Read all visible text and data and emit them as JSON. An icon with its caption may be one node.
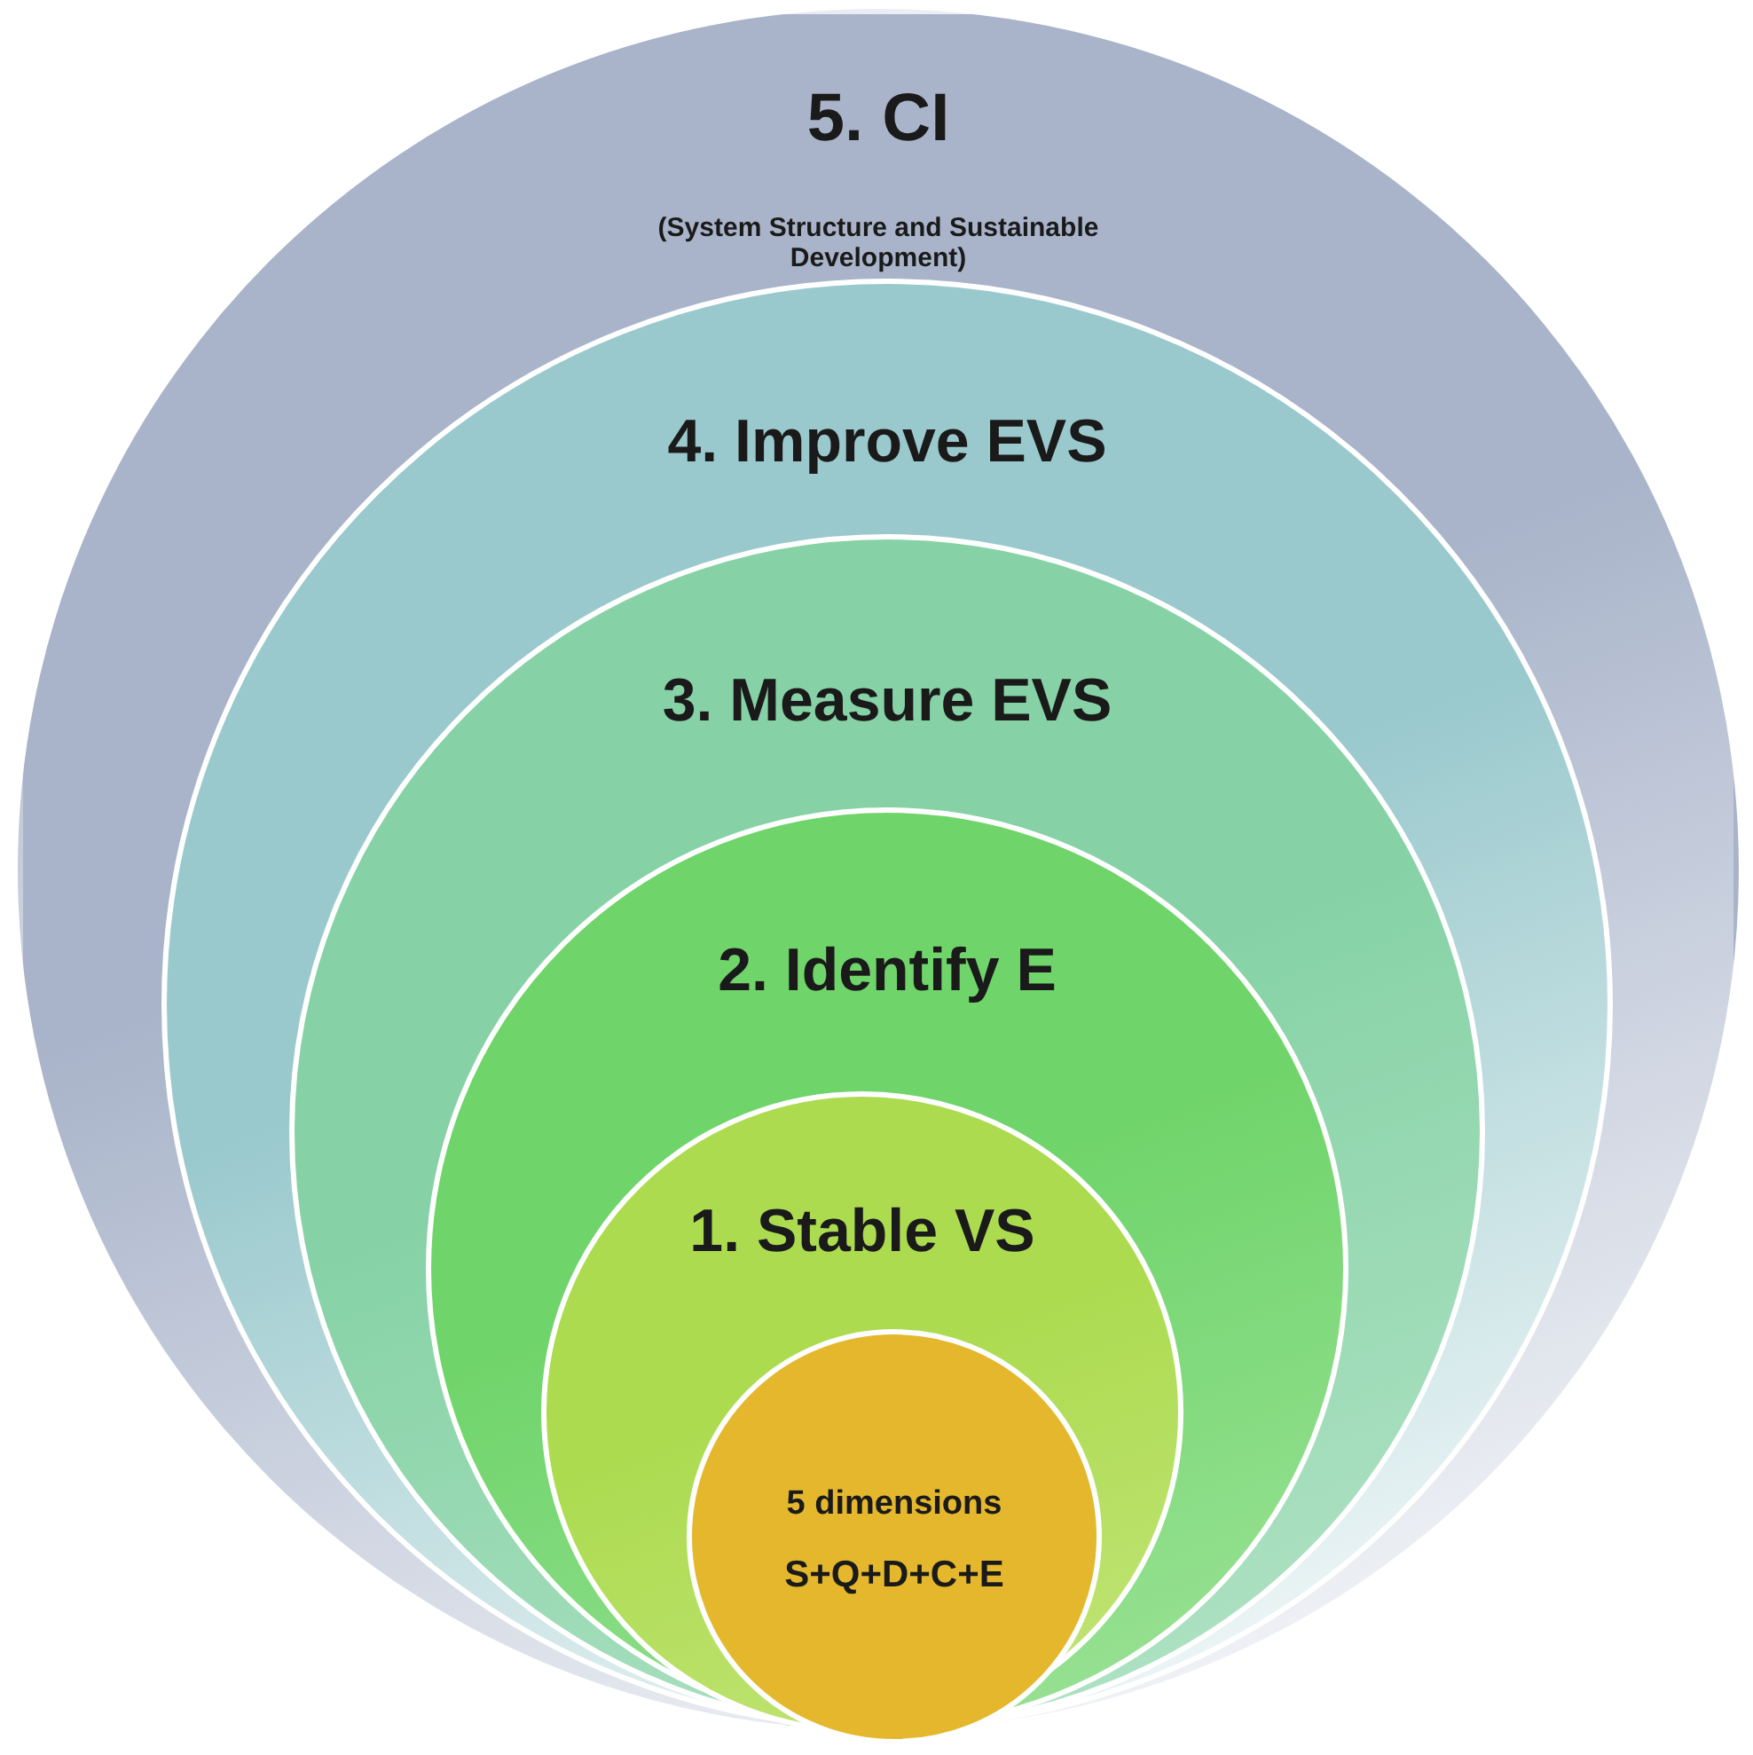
{
  "diagram": {
    "nodes": [
      {
        "text": [
          "5. CI",
          "(System Structure and Sustainable Development)"
        ]
      },
      {
        "text": [
          "4. Improve EVS"
        ],
        "in": 0
      },
      {
        "text": [
          "3. Measure EVS"
        ],
        "in": 1
      },
      {
        "text": [
          "2. Identify E"
        ],
        "in": 2
      },
      {
        "text": [
          "1. Stable VS"
        ],
        "in": 3
      },
      {
        "text": [
          "5 dimensions",
          "S+Q+D+C+E"
        ],
        "in": 4
      }
    ]
  }
}
